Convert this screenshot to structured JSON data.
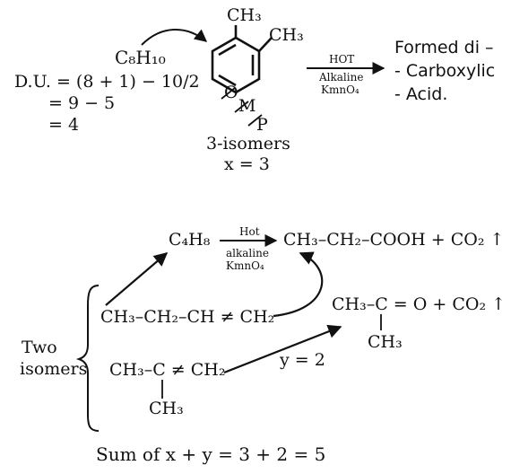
{
  "top": {
    "formula_c8h10": "C₈H₁₀",
    "du_line1": "D.U. = (8 + 1) − 10/2",
    "du_line2": "= 9 − 5",
    "du_line3": "= 4",
    "ch3_top": "CH₃",
    "ch3_right": "CH₃",
    "o_label": "O",
    "m_label": "M",
    "p_label": "P",
    "isomers": "3-isomers",
    "x_value": "x = 3",
    "arrow_top_label": "HOT",
    "arrow_bottom_label_1": "Alkaline",
    "arrow_bottom_label_2": "KmnO₄",
    "product_line1": "Formed di –",
    "product_line2": "- Carboxylic",
    "product_line3": "- Acid."
  },
  "bottom": {
    "formula_c4h8": "C₄H₈",
    "arrow_top_label": "Hot",
    "arrow_bottom_label_1": "alkaline",
    "arrow_bottom_label_2": "KmnO₄",
    "product_acid": "CH₃–CH₂–COOH + CO₂ ↑",
    "isomer1": "CH₃–CH₂–CH ≠ CH₂",
    "isomer2_main": "CH₃–C ≠ CH₂",
    "isomer2_branch": "CH₃",
    "product_ketone_main": "CH₃–C = O + CO₂ ↑",
    "product_ketone_branch": "CH₃",
    "two_isomers_line1": "Two",
    "two_isomers_line2": "isomers",
    "y_value": "y = 2",
    "sum": "Sum of x + y = 3 + 2 = 5"
  }
}
